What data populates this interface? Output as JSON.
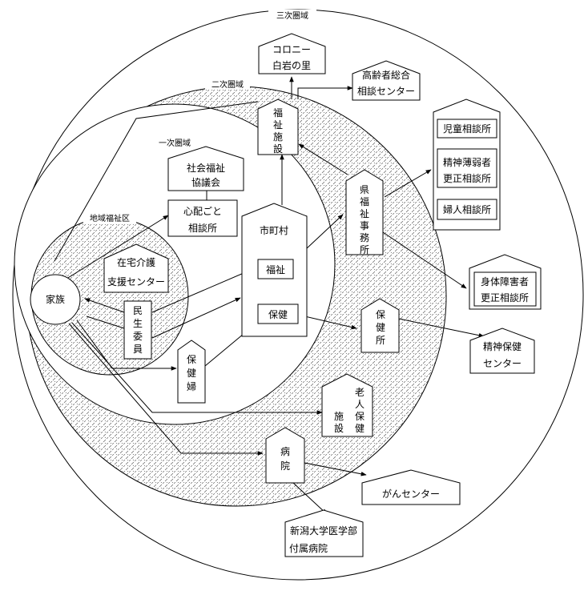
{
  "zones": {
    "tertiary": "三次圏域",
    "secondary": "二次圏域",
    "primary": "一次圏域",
    "district": "地域福祉区"
  },
  "nodes": {
    "kazoku": "家族",
    "zaitaku_1": "在宅介護",
    "zaitaku_2": "支援センター",
    "minsei": [
      "民",
      "生",
      "委",
      "員"
    ],
    "hokenfu": [
      "保",
      "健",
      "婦"
    ],
    "shakai_1": "社会福祉",
    "shakai_2": "協議会",
    "shinpai_1": "心配ごと",
    "shinpai_2": "相談所",
    "shichoson": "市町村",
    "fukushi": "福祉",
    "hoken": "保健",
    "fukushi_shisetsu": [
      "福",
      "祉",
      "施",
      "設"
    ],
    "colony_1": "コロニー",
    "colony_2": "白岩の里",
    "koreisha_1": "高齢者総合",
    "koreisha_2": "相談センター",
    "ken_fukushi": [
      "県",
      "福",
      "祉",
      "事",
      "務",
      "所"
    ],
    "jido": "児童相談所",
    "seishin_hakujaku_1": "精神薄弱者",
    "seishin_hakujaku_2": "更正相談所",
    "fujin": "婦人相談所",
    "shintai_1": "身体障害者",
    "shintai_2": "更正相談所",
    "hokenjo": [
      "保",
      "健",
      "所"
    ],
    "seishin_hoken_1": "精神保健",
    "seishin_hoken_2": "センター",
    "rojin_col1": [
      "老",
      "人",
      "保",
      "健"
    ],
    "rojin_col2": [
      "施",
      "設"
    ],
    "byoin": [
      "病",
      "院"
    ],
    "gan": "がんセンター",
    "niigata_1": "新潟大学医学部",
    "niigata_2": "付属病院"
  }
}
